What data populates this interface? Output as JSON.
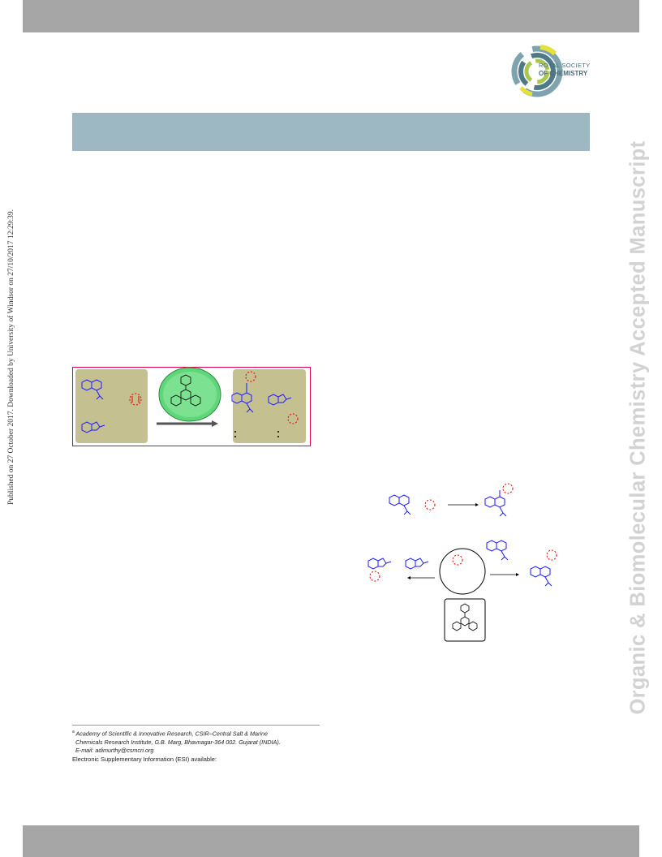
{
  "header": {
    "bar_color": "#a6a6a6"
  },
  "logo": {
    "line1": "ROYAL SOCIETY",
    "line2": "OF CHEMISTRY"
  },
  "banner": {
    "color": "#9db8c3"
  },
  "left_margin_text": "Published on 27 October 2017. Downloaded by University of Windsor on 27/10/2017 12:29:39.",
  "right_margin_text": "Organic & Biomolecular Chemistry Accepted Manuscript",
  "footnote": {
    "marker": "a",
    "affiliation_line1": "Academy of Scientific & Innovative Research, CSIR–Central Salt & Marine",
    "affiliation_line2": "Chemicals Research Institute, G.B. Marg, Bhavnagar-364 002. Gujarat (INDIA).",
    "email": "E-mail: adimurthy@csmcri.org",
    "esi": "Electronic Supplementary Information (ESI) available:"
  },
  "colors": {
    "structure_blue": "#1a1aff",
    "reactant_red": "#e00000",
    "abstract_panel": "#c5c08f",
    "abstract_border": "#e0004a",
    "catalyst_green": "#5fd67a"
  }
}
